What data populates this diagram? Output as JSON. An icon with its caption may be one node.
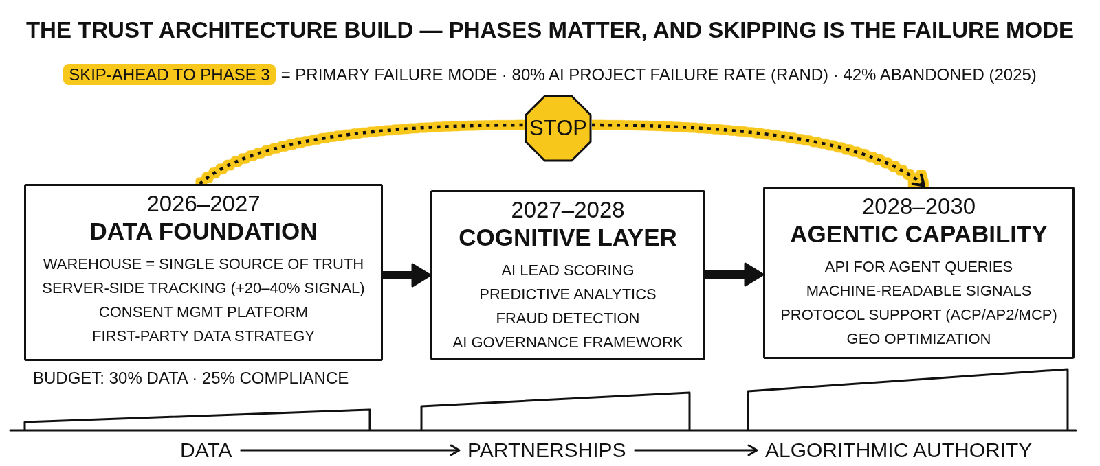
{
  "diagram": {
    "title": "THE TRUST ARCHITECTURE BUILD — PHASES MATTER, AND SKIPPING IS THE FAILURE MODE",
    "nodes": [
      {
        "text": [
          "STOP"
        ]
      },
      {
        "text": [
          "2026–2027",
          "DATA FOUNDATION",
          "WAREHOUSE = SINGLE SOURCE OF TRUTH",
          "SERVER-SIDE TRACKING (+20–40% SIGNAL)",
          "CONSENT MGMT PLATFORM",
          "FIRST-PARTY DATA STRATEGY"
        ],
        "beside": [
          "BUDGET: 30% DATA · 25% COMPLIANCE"
        ]
      },
      {
        "text": [
          "2027–2028",
          "COGNITIVE LAYER",
          "AI LEAD SCORING",
          "PREDICTIVE ANALYTICS",
          "FRAUD DETECTION",
          "AI GOVERNANCE FRAMEWORK"
        ]
      },
      {
        "text": [
          "2028–2030",
          "AGENTIC CAPABILITY",
          "API FOR AGENT QUERIES",
          "MACHINE-READABLE SIGNALS",
          "PROTOCOL SUPPORT (ACP/AP2/MCP)",
          "GEO OPTIMIZATION"
        ]
      },
      {
        "text": [
          "DATA"
        ]
      },
      {
        "text": [
          "PARTNERSHIPS"
        ]
      },
      {
        "text": [
          "ALGORITHMIC AUTHORITY"
        ]
      }
    ],
    "edges": [
      {
        "from": 1,
        "to": 0,
        "arrow": "none",
        "style": "dashed",
        "color": "#f7c71c"
      },
      {
        "from": 0,
        "to": 3,
        "arrow": "to",
        "style": "dashed",
        "color": "#f7c71c"
      },
      {
        "from": 1,
        "to": 2,
        "arrow": "to",
        "style": "thick"
      },
      {
        "from": 2,
        "to": 3,
        "arrow": "to",
        "style": "thick"
      },
      {
        "from": 4,
        "to": 5,
        "arrow": "to"
      },
      {
        "from": 5,
        "to": 6,
        "arrow": "to"
      }
    ],
    "labels": [
      "SKIP-AHEAD TO PHASE 3",
      "= PRIMARY FAILURE MODE · 80% AI PROJECT FAILURE RATE (RAND) · 42% ABANDONED (2025)"
    ]
  }
}
